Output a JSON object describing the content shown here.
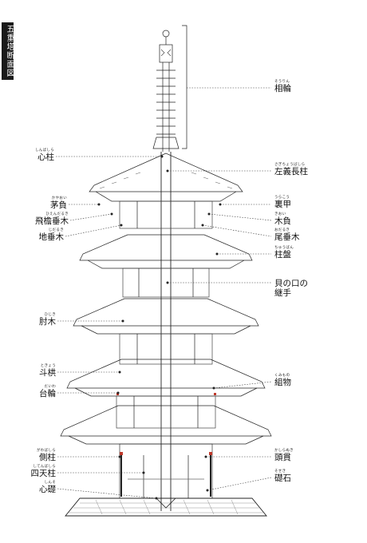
{
  "title": "五重塔断面図",
  "labels_right": [
    {
      "key": "sorin",
      "text": "相輪",
      "ruby": "そうりん"
    },
    {
      "key": "sagi",
      "text": "左義長柱",
      "ruby": "さぎちょうばしら"
    },
    {
      "key": "urako",
      "text": "裏甲",
      "ruby": "うらこう"
    },
    {
      "key": "kioi",
      "text": "木負",
      "ruby": "きおい"
    },
    {
      "key": "odaruki",
      "text": "尾垂木",
      "ruby": "おだるき"
    },
    {
      "key": "chuban",
      "text": "柱盤",
      "ruby": "ちゅうばん"
    },
    {
      "key": "kainokuchi",
      "text": "貝の口の継手",
      "ruby": ""
    },
    {
      "key": "kumimono",
      "text": "組物",
      "ruby": "くみもの"
    },
    {
      "key": "kashiranuki",
      "text": "頭貫",
      "ruby": "かしらぬき"
    },
    {
      "key": "soseki",
      "text": "礎石",
      "ruby": "そせき"
    }
  ],
  "labels_left": [
    {
      "key": "shinbashira",
      "text": "心柱",
      "ruby": "しんばしら"
    },
    {
      "key": "kayaoi",
      "text": "茅負",
      "ruby": "かやおい"
    },
    {
      "key": "hiendaruki",
      "text": "飛檐垂木",
      "ruby": "ひえんだるき"
    },
    {
      "key": "jidaruki",
      "text": "地垂木",
      "ruby": "じだるき"
    },
    {
      "key": "hijiki",
      "text": "肘木",
      "ruby": "ひじき"
    },
    {
      "key": "tokyo",
      "text": "斗栱",
      "ruby": "ときょう"
    },
    {
      "key": "dawa",
      "text": "台輪",
      "ruby": "だいわ"
    },
    {
      "key": "gawabashira",
      "text": "側柱",
      "ruby": "がわばしら"
    },
    {
      "key": "shitenbashira",
      "text": "四天柱",
      "ruby": "してんばしら"
    },
    {
      "key": "shinso",
      "text": "心礎",
      "ruby": "しんそ"
    }
  ],
  "colors": {
    "line": "#222222",
    "accent": "#c0392b"
  }
}
